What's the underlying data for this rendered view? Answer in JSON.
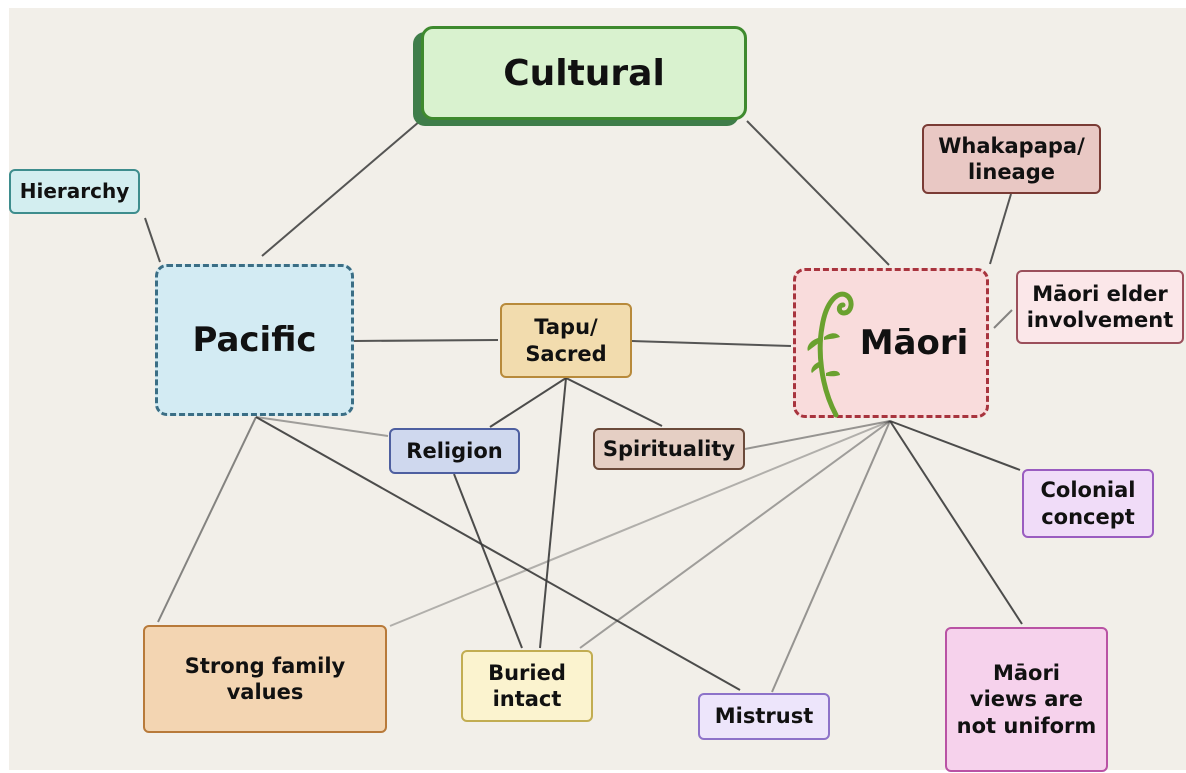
{
  "nodes": {
    "cultural": "Cultural",
    "pacific": "Pacific",
    "maori": "Māori",
    "hierarchy": "Hierarchy",
    "whakapapa": "Whakapapa/\nlineage",
    "elder": "Māori elder\ninvolvement",
    "tapu": "Tapu/\nSacred",
    "religion": "Religion",
    "spirituality": "Spirituality",
    "colonial": "Colonial\nconcept",
    "strong_family": "Strong family\nvalues",
    "buried": "Buried\nintact",
    "mistrust": "Mistrust",
    "views": "Māori\nviews are\nnot uniform"
  },
  "edges": [
    {
      "from": "Cultural",
      "to": "Pacific"
    },
    {
      "from": "Cultural",
      "to": "Māori"
    },
    {
      "from": "Hierarchy",
      "to": "Pacific"
    },
    {
      "from": "Whakapapa/lineage",
      "to": "Māori"
    },
    {
      "from": "Māori elder involvement",
      "to": "Māori"
    },
    {
      "from": "Pacific",
      "to": "Tapu/Sacred"
    },
    {
      "from": "Tapu/Sacred",
      "to": "Māori"
    },
    {
      "from": "Pacific",
      "to": "Religion"
    },
    {
      "from": "Pacific",
      "to": "Strong family values"
    },
    {
      "from": "Pacific",
      "to": "Mistrust"
    },
    {
      "from": "Tapu/Sacred",
      "to": "Religion"
    },
    {
      "from": "Tapu/Sacred",
      "to": "Spirituality"
    },
    {
      "from": "Tapu/Sacred",
      "to": "Buried intact"
    },
    {
      "from": "Religion",
      "to": "Buried intact"
    },
    {
      "from": "Spirituality",
      "to": "Māori"
    },
    {
      "from": "Māori",
      "to": "Colonial concept"
    },
    {
      "from": "Māori",
      "to": "Strong family values"
    },
    {
      "from": "Māori",
      "to": "Buried intact"
    },
    {
      "from": "Māori",
      "to": "Mistrust"
    },
    {
      "from": "Māori",
      "to": "Māori views are not uniform"
    }
  ],
  "colors": {
    "line": "#3a3a3a",
    "background": "#f2efe9"
  }
}
